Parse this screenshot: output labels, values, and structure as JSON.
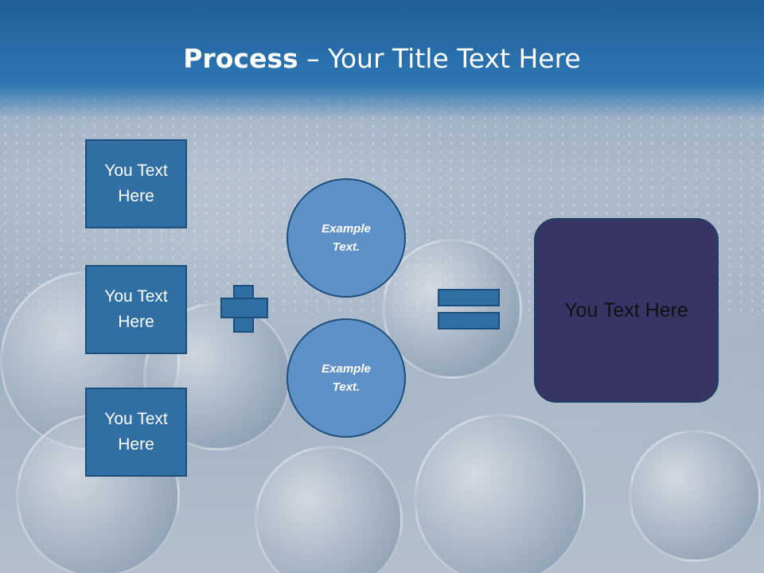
{
  "slide": {
    "title_bold": "Process",
    "title_rest": " – Your Title Text Here",
    "boxes": [
      "You Text Here",
      "You Text Here",
      "You Text Here"
    ],
    "circles": [
      "Example Text.",
      "Example Text."
    ],
    "result": "You Text Here"
  },
  "colors": {
    "header": "#2d76b3",
    "box_fill": "#2f6fa3",
    "circle_fill": "#5f91c9",
    "result_fill": "#363566"
  },
  "icons": [
    "plus-icon",
    "equals-icon"
  ]
}
